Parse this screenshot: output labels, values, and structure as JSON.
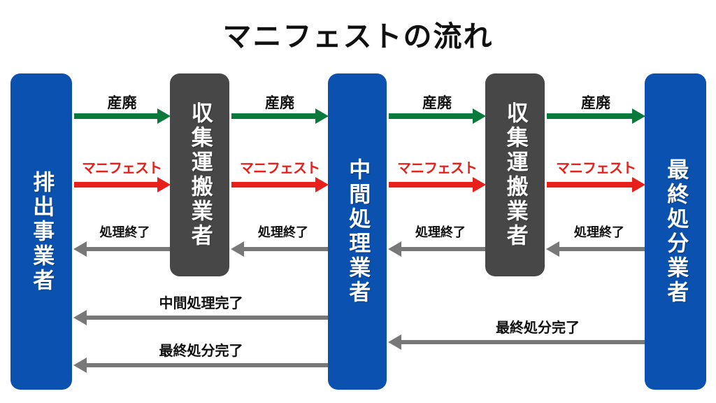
{
  "title": "マニフェストの流れ",
  "colors": {
    "blue_box": "#0b52b0",
    "gray_box": "#474747",
    "waste_arrow": "#0a7a3c",
    "manifest_arrow": "#e8201c",
    "return_arrow": "#787878",
    "background": "#ffffff"
  },
  "actors": [
    {
      "id": "discharger",
      "label": "排出事業者",
      "type": "blue"
    },
    {
      "id": "collector-1",
      "label": "収集運搬業者",
      "type": "gray"
    },
    {
      "id": "intermediate",
      "label": "中間処理業者",
      "type": "blue"
    },
    {
      "id": "collector-2",
      "label": "収集運搬業者",
      "type": "gray"
    },
    {
      "id": "final-disposal",
      "label": "最終処分業者",
      "type": "blue"
    }
  ],
  "flows": {
    "waste": {
      "label": "産廃",
      "color": "#0a7a3c",
      "direction": "right",
      "segments": [
        "産廃",
        "産廃",
        "産廃",
        "産廃"
      ]
    },
    "manifest": {
      "label": "マニフェスト",
      "color": "#e8201c",
      "direction": "right",
      "segments": [
        "マニフェスト",
        "マニフェスト",
        "マニフェスト",
        "マニフェスト"
      ]
    },
    "processing_done": {
      "label": "処理終了",
      "color": "#787878",
      "direction": "left",
      "segments": [
        "処理終了",
        "処理終了",
        "処理終了",
        "処理終了"
      ]
    },
    "long_returns": [
      {
        "id": "intermediate-complete",
        "label": "中間処理完了",
        "color": "#787878",
        "direction": "left"
      },
      {
        "id": "final-disposal-complete",
        "label": "最終処分完了",
        "color": "#787878",
        "direction": "left"
      },
      {
        "id": "final-disposal-complete-right",
        "label": "最終処分完了",
        "color": "#787878",
        "direction": "left"
      }
    ]
  }
}
